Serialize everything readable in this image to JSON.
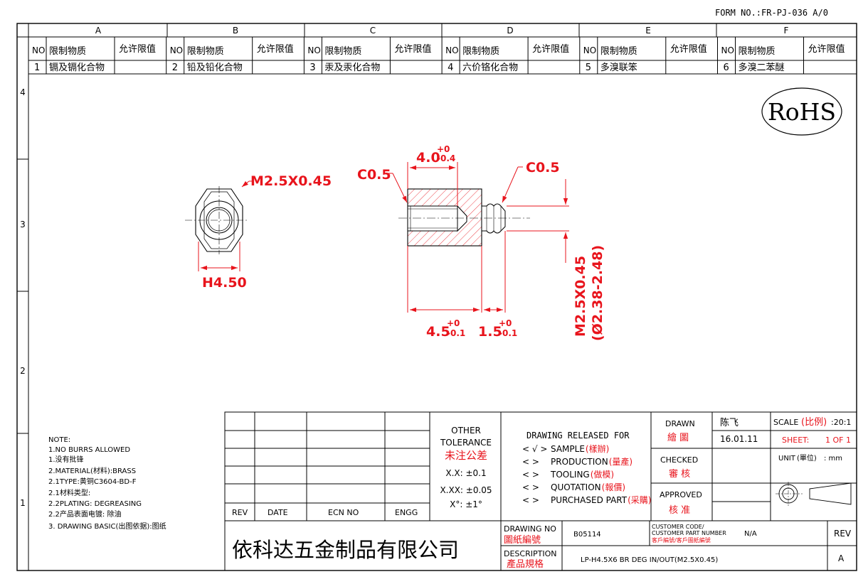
{
  "form_no": "FORM NO.:FR-PJ-036 A/0",
  "zones": [
    "A",
    "B",
    "C",
    "D",
    "E",
    "F"
  ],
  "row_zones": [
    "4",
    "3",
    "2",
    "1"
  ],
  "substances": {
    "no_label": "NO",
    "name_label": "限制物质",
    "limit_label": "允许限值",
    "items": [
      {
        "no": "1",
        "name": "镉及镉化合物"
      },
      {
        "no": "2",
        "name": "铅及铅化合物"
      },
      {
        "no": "3",
        "name": "汞及汞化合物"
      },
      {
        "no": "4",
        "name": "六价铬化合物"
      },
      {
        "no": "5",
        "name": "多溴联笨"
      },
      {
        "no": "6",
        "name": "多溴二苯醚"
      }
    ]
  },
  "rohs": "RoHS",
  "dims": {
    "thread_hex": "M2.5X0.45",
    "hex": "H4.50",
    "c05_left": "C0.5",
    "c05_right": "C0.5",
    "thread_depth": "4.0",
    "thread_depth_tol_up": "+0",
    "thread_depth_tol_dn": "-0.4",
    "body_len": "4.5",
    "body_tol_up": "+0",
    "body_tol_dn": "-0.1",
    "stud_len": "1.5",
    "stud_tol_up": "+0",
    "stud_tol_dn": "-0.1",
    "stud_thread": "M2.5X0.45",
    "stud_dia": "(Ø2.38-2.48)"
  },
  "notes": [
    "NOTE:",
    "1.NO BURRS ALLOWED",
    "1.没有批锋",
    "2.MATERIAL(材料):BRASS",
    "2.1TYPE:黄铜C3604-BD-F",
    "2.1材料类型:",
    "2.2PLATING: DEGREASING",
    "2.2产品表面电镀: 除油",
    "3. DRAWING BASIC(出图依据):图纸"
  ],
  "revision_headers": {
    "rev": "REV",
    "date": "DATE",
    "ecn": "ECN NO",
    "engg": "ENGG"
  },
  "tolerance": {
    "title1": "OTHER",
    "title2": "TOLERANCE",
    "title_cn": "未注公差",
    "l1": "X.X: ±0.1",
    "l2": "X.XX: ±0.05",
    "l3": "X°: ±1°"
  },
  "release": {
    "title": "DRAWING RELEASED FOR",
    "items": [
      {
        "mark": "< √ >",
        "en": "SAMPLE",
        "cn": "(樣辦)"
      },
      {
        "mark": "<    >",
        "en": "PRODUCTION",
        "cn": "(量產)"
      },
      {
        "mark": "<    >",
        "en": "TOOLING",
        "cn": "(做模)"
      },
      {
        "mark": "<    >",
        "en": "QUOTATION",
        "cn": "(報價)"
      },
      {
        "mark": "<    >",
        "en": "PURCHASED PART",
        "cn": "(采購)"
      }
    ]
  },
  "approvals": {
    "drawn_en": "DRAWN",
    "drawn_cn": "繪 圖",
    "drawn_name": "陈飞",
    "drawn_date": "16.01.11",
    "checked_en": "CHECKED",
    "checked_cn": "審 核",
    "approved_en": "APPROVED",
    "approved_cn": "核 准"
  },
  "scale": {
    "label": "SCALE",
    "label_cn": "(比例)",
    "value": ":20:1"
  },
  "sheet": {
    "label": "SHEET:",
    "value": "1 OF 1"
  },
  "unit": {
    "label": "UNIT",
    "label_cn": "(單位)",
    "value": ": mm"
  },
  "company": "依科达五金制品有限公司",
  "drawing_no": {
    "en": "DRAWING NO",
    "cn": "圖紙編號",
    "value": "B05114"
  },
  "customer": {
    "l1": "CUSTOMER CODE/",
    "l2": "CUSTOMER PART NUMBER",
    "cn": "客戶編號/客戶圖紙編號",
    "value": "N/A"
  },
  "rev_box": {
    "label": "REV",
    "value": "A"
  },
  "description": {
    "en": "DESCRIPTION",
    "cn": "產品規格",
    "value": "LP-H4.5X6 BR DEG IN/OUT(M2.5X0.45)"
  },
  "colors": {
    "red": "#e8141c",
    "ink": "#000000"
  }
}
